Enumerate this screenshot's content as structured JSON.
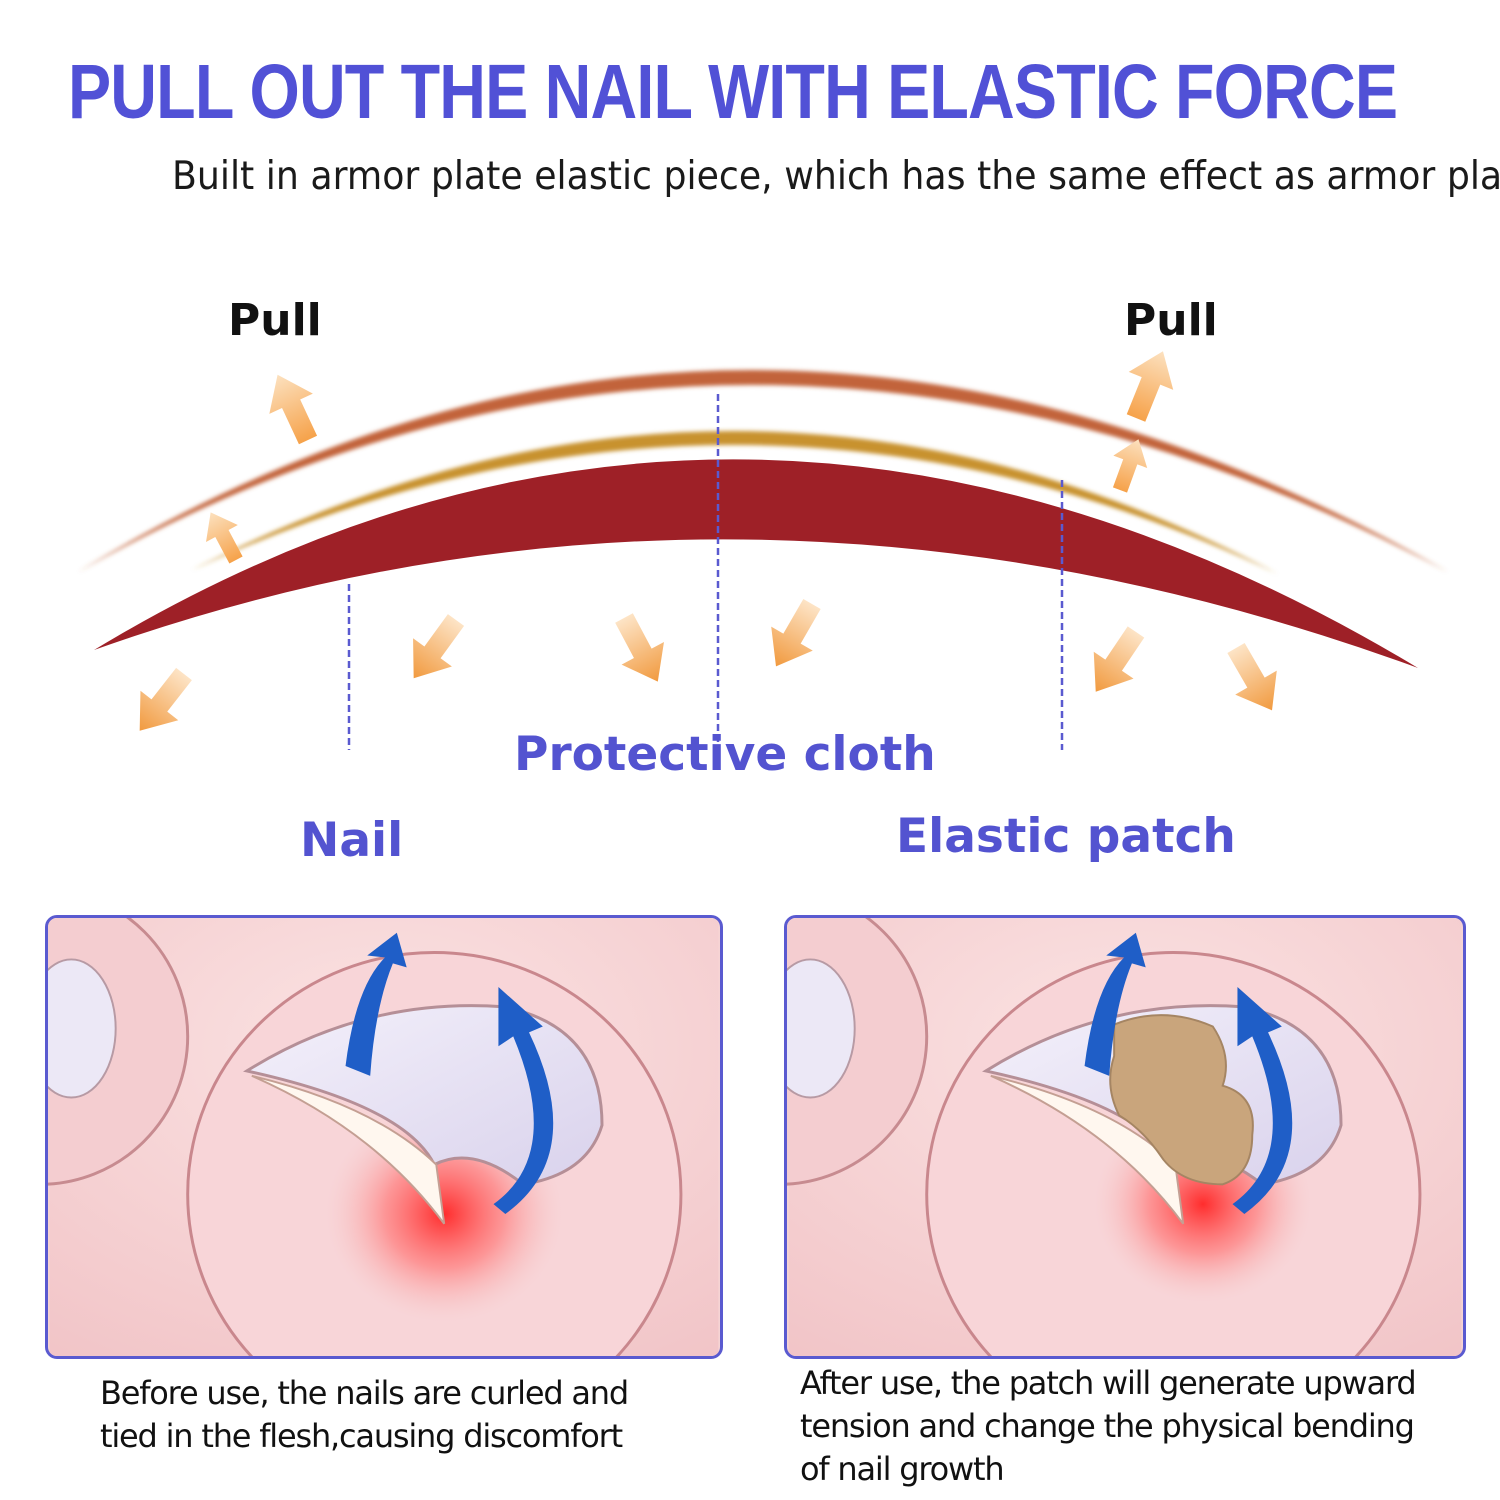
{
  "header": {
    "headline": "PULL OUT THE NAIL WITH ELASTIC FORCE",
    "subtitle": "Built in armor plate elastic piece, which has the same effect as armor plate"
  },
  "diagram": {
    "pull_left": "Pull",
    "pull_right": "Pull",
    "label_protective_cloth": "Protective cloth",
    "label_nail": "Nail",
    "label_elastic_patch": "Elastic patch",
    "colors": {
      "elastic_band": "#c2643a",
      "protective_cloth": "#c8922e",
      "nail": "#9e2027",
      "arrow": "#f3b46a",
      "callout_text": "#5353d0",
      "headline": "#5151d6"
    }
  },
  "panels": {
    "before": {
      "caption_line1": "Before use, the nails are curled and",
      "caption_line2": "tied in the flesh,causing discomfort"
    },
    "after": {
      "caption_line1": "After use, the patch will generate upward",
      "caption_line2": "tension and change the physical bending",
      "caption_line3": "of nail growth"
    }
  }
}
